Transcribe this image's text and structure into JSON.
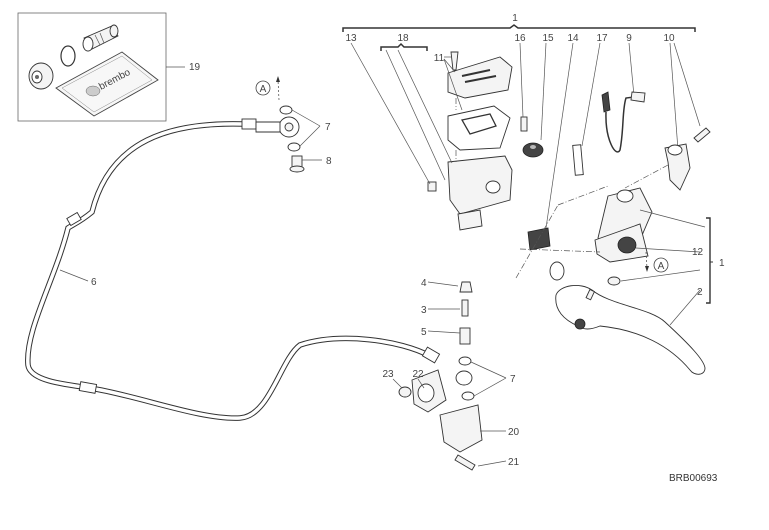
{
  "diagram": {
    "title": "Clutch master cylinder exploded view",
    "drawing_code": "BRB00693",
    "brand_on_kit": "brembo",
    "reference_marker": "A",
    "callouts": {
      "c1_top": "1",
      "c1_right": "1",
      "c2": "2",
      "c3": "3",
      "c4": "4",
      "c5": "5",
      "c6": "6",
      "c7_top": "7",
      "c7_bottom": "7",
      "c8": "8",
      "c9": "9",
      "c10": "10",
      "c11": "11",
      "c12": "12",
      "c13": "13",
      "c14": "14",
      "c15": "15",
      "c16": "16",
      "c17": "17",
      "c18": "18",
      "c19": "19",
      "c20": "20",
      "c21": "21",
      "c22": "22",
      "c23": "23"
    }
  }
}
